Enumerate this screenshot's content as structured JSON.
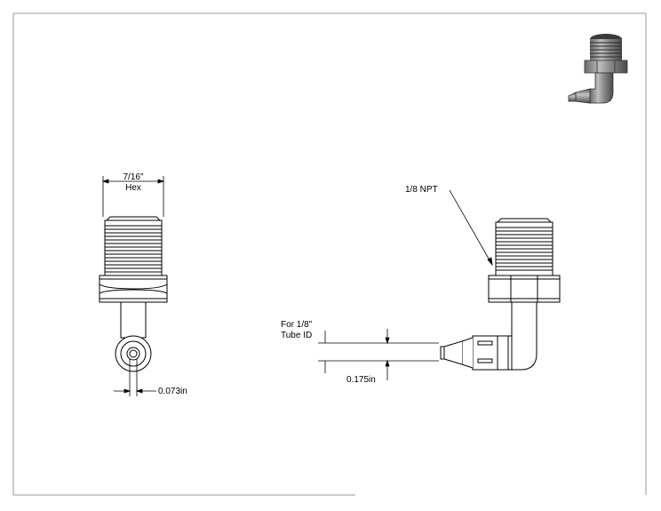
{
  "front_view": {
    "hex_size": "7/16\"",
    "hex_label": "Hex",
    "bore_dim": "0.073in"
  },
  "side_view": {
    "thread_callout": "1/8 NPT",
    "tube_note_line1": "For 1/8\"",
    "tube_note_line2": "Tube ID",
    "barb_dim": "0.175in"
  },
  "thumbnail": {
    "icon": "elbow-fitting-3d-icon"
  }
}
